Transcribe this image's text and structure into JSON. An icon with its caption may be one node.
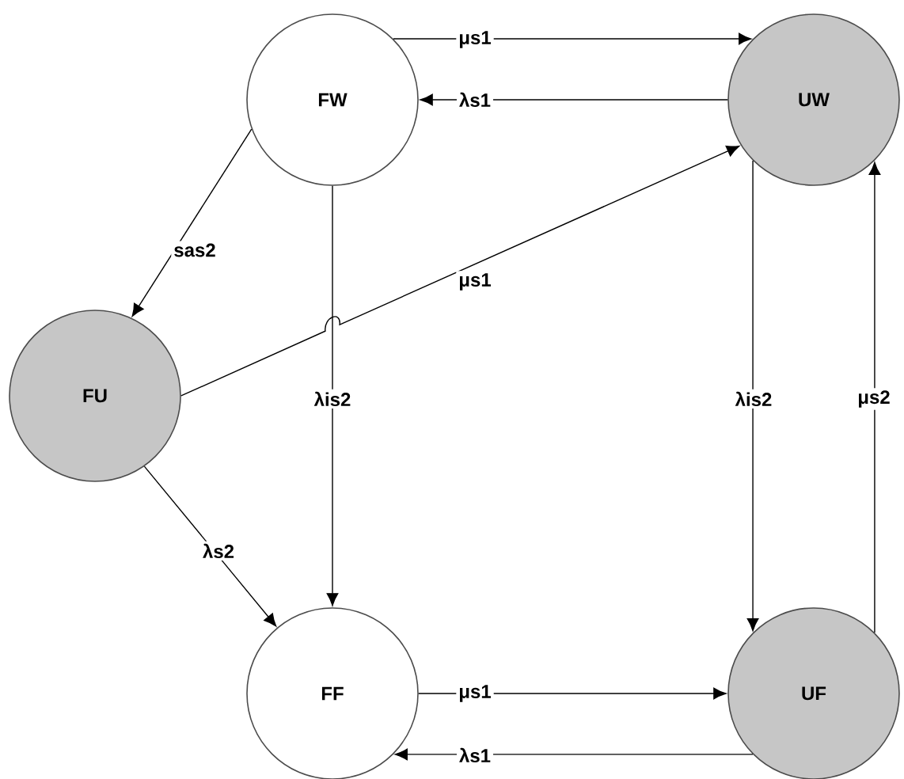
{
  "diagram": {
    "nodes": [
      {
        "text": [
          "FW"
        ]
      },
      {
        "text": [
          "UW"
        ]
      },
      {
        "text": [
          "FU"
        ]
      },
      {
        "text": [
          "FF"
        ]
      },
      {
        "text": [
          "UF"
        ]
      }
    ],
    "edges": [
      {
        "from": 0,
        "to": 1,
        "arrow": "to",
        "label": "μs1"
      },
      {
        "from": 1,
        "to": 0,
        "arrow": "to",
        "label": "λs1"
      },
      {
        "from": 0,
        "to": 2,
        "arrow": "to",
        "label": "sas2"
      },
      {
        "from": 2,
        "to": 1,
        "arrow": "to",
        "label": "μs1"
      },
      {
        "from": 0,
        "to": 3,
        "arrow": "to",
        "label": "λis2"
      },
      {
        "from": 2,
        "to": 3,
        "arrow": "to",
        "label": "λs2"
      },
      {
        "from": 1,
        "to": 4,
        "arrow": "to",
        "label": "λis2"
      },
      {
        "from": 4,
        "to": 1,
        "arrow": "to",
        "label": "μs2"
      },
      {
        "from": 3,
        "to": 4,
        "arrow": "to",
        "label": "μs1"
      },
      {
        "from": 4,
        "to": 3,
        "arrow": "to",
        "label": "λs1"
      }
    ]
  }
}
